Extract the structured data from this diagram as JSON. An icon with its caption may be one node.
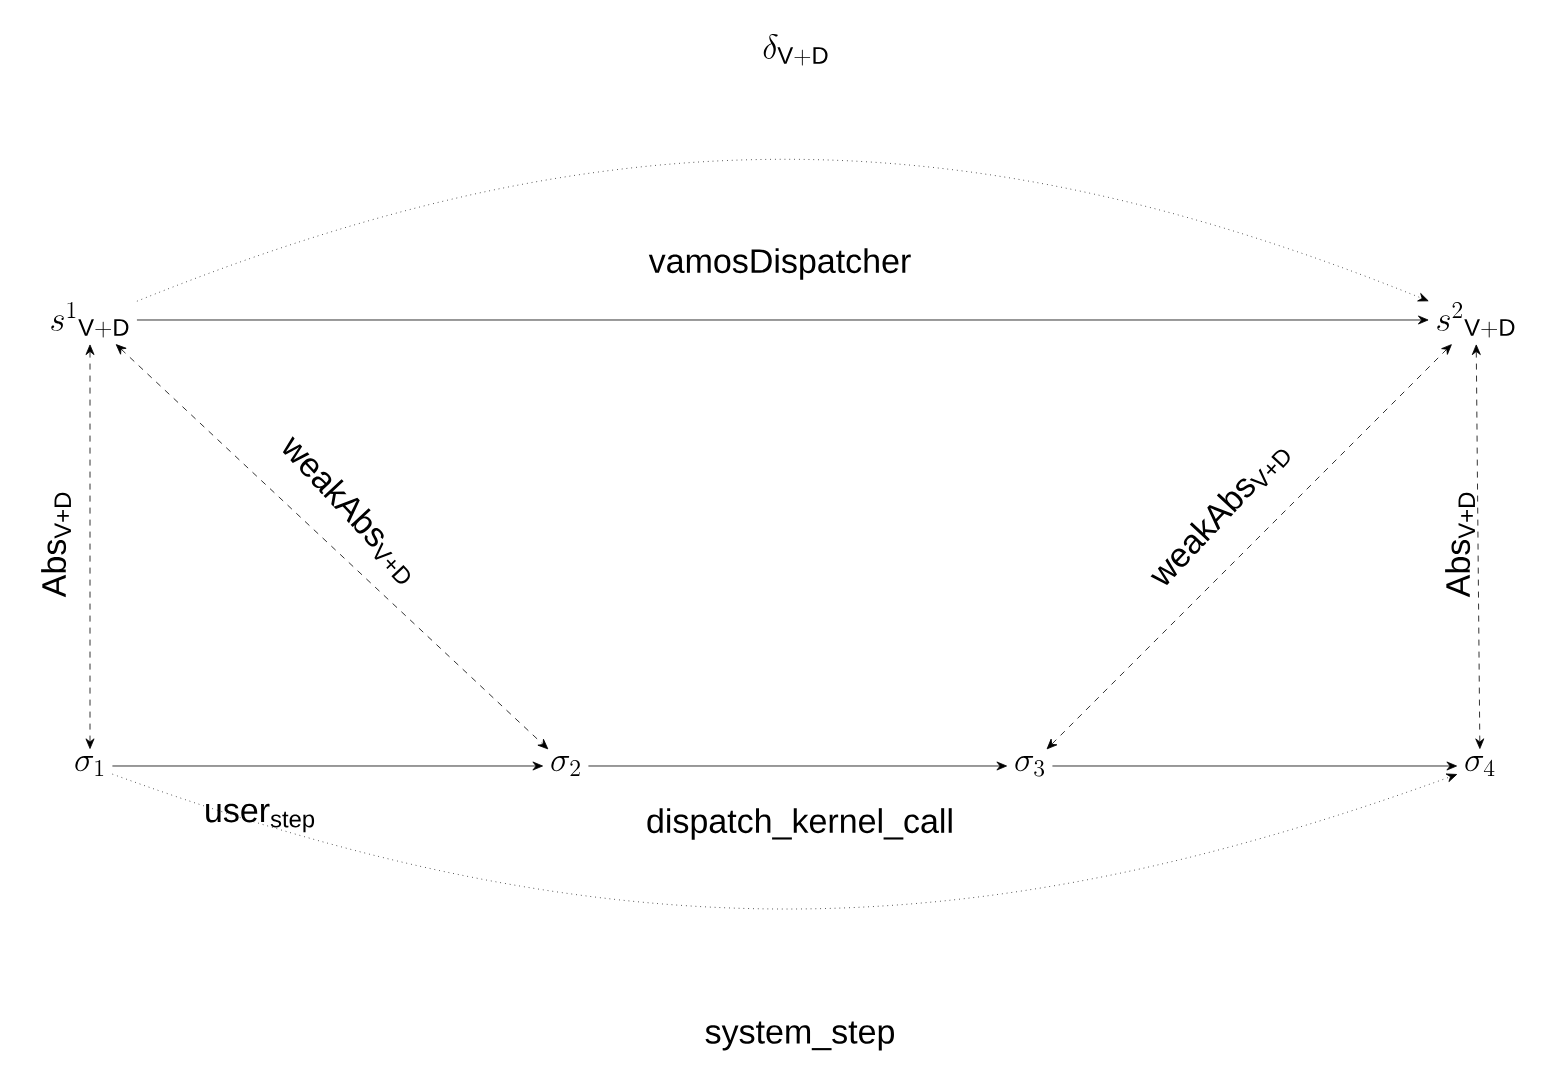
{
  "diagram": {
    "nodes": [
      {
        "text": [
          "s^{1}{}_{\\mathsf{V+D}}"
        ]
      },
      {
        "text": [
          "s^{2}{}_{\\mathsf{V+D}}"
        ]
      },
      {
        "text": [
          "\\sigma_{1}"
        ]
      },
      {
        "text": [
          "\\sigma_{2}"
        ]
      },
      {
        "text": [
          "\\sigma_{3}"
        ]
      },
      {
        "text": [
          "\\sigma_{4}"
        ]
      }
    ],
    "edges": [
      {
        "from": 0,
        "to": 1,
        "arrow": "to",
        "label": "vamosDispatcher"
      },
      {
        "from": 0,
        "to": 1,
        "arrow": "to",
        "style": "dashed",
        "label": "\\delta_{\\mathsf{V+D}}"
      },
      {
        "from": 0,
        "to": 2,
        "arrow": "both",
        "style": "dashed",
        "label": "Abs$_{V+D}$"
      },
      {
        "from": 0,
        "to": 3,
        "arrow": "both",
        "style": "dashed",
        "label": "weakAbs$_{V+D}$"
      },
      {
        "from": 1,
        "to": 4,
        "arrow": "both",
        "style": "dashed",
        "label": "weakAbs$_{V+D}$"
      },
      {
        "from": 1,
        "to": 5,
        "arrow": "both",
        "style": "dashed",
        "label": "Abs$_{V+D}$"
      },
      {
        "from": 2,
        "to": 3,
        "arrow": "to",
        "label": "user$_{step}$"
      },
      {
        "from": 3,
        "to": 4,
        "arrow": "to",
        "label": "dispatch_kernel_call"
      },
      {
        "from": 4,
        "to": 5,
        "arrow": "to"
      },
      {
        "from": 2,
        "to": 5,
        "arrow": "to",
        "style": "dashed",
        "label": "system_step"
      }
    ]
  }
}
